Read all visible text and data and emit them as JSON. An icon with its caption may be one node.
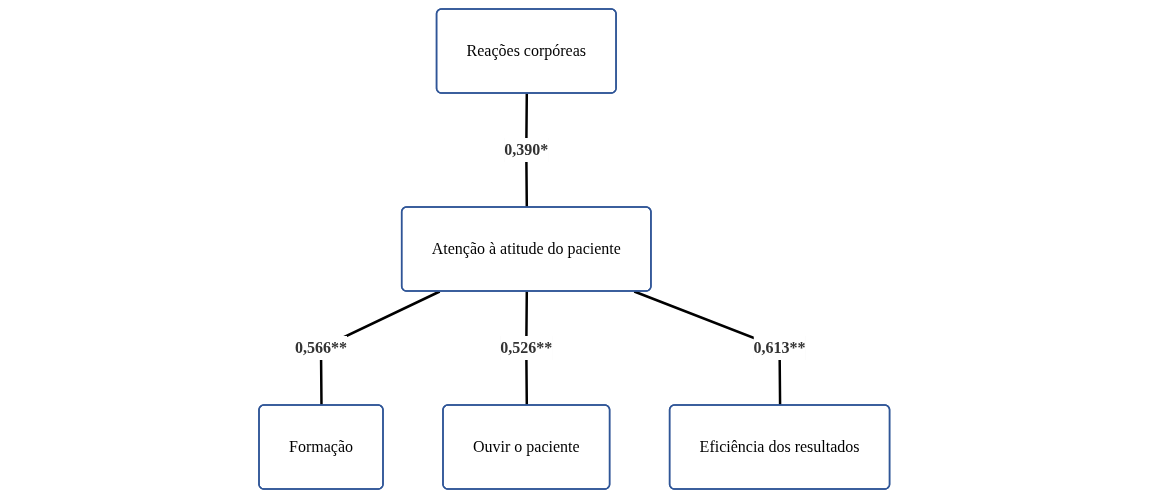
{
  "diagram": {
    "nodes": [
      {
        "text": [
          "Reações corpóreas"
        ]
      },
      {
        "text": [
          "Atenção à atitude do paciente"
        ]
      },
      {
        "text": [
          "Formação"
        ]
      },
      {
        "text": [
          "Ouvir o paciente"
        ]
      },
      {
        "text": [
          "Eficiência dos resultados"
        ]
      }
    ],
    "edges": [
      {
        "from": 0,
        "to": 1,
        "arrow": "none",
        "label": "0,390*"
      },
      {
        "from": 1,
        "to": 2,
        "arrow": "none",
        "label": "0,566**"
      },
      {
        "from": 1,
        "to": 3,
        "arrow": "none",
        "label": "0,526**"
      },
      {
        "from": 1,
        "to": 4,
        "arrow": "none",
        "label": "0,613**"
      }
    ]
  }
}
